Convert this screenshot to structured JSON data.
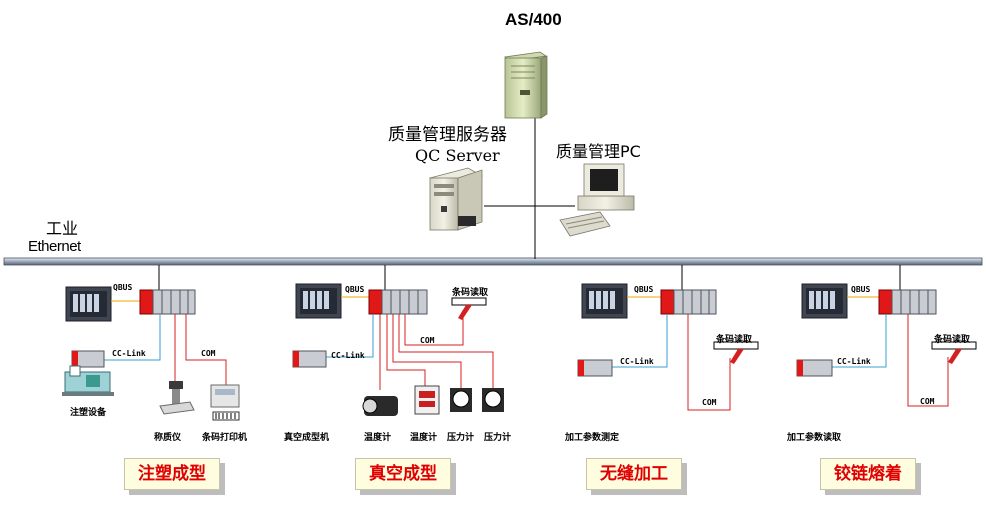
{
  "top": {
    "as400_label": "AS/400",
    "server_label_cn": "质量管理服务器",
    "server_label_en": "QC Server",
    "pc_label": "质量管理PC"
  },
  "network": {
    "label_cn": "工业",
    "label_en": "Ethernet"
  },
  "sections": [
    {
      "qbus": "QBUS",
      "cclink": "CC-Link",
      "com": "COM",
      "devices": [
        "注塑设备",
        "称质仪",
        "条码打印机"
      ],
      "title": "注塑成型"
    },
    {
      "qbus": "QBUS",
      "cclink": "CC-Link",
      "com": "COM",
      "barcode": "条码读取",
      "devices": [
        "真空成型机",
        "温度计",
        "温度计",
        "压力计",
        "压力计"
      ],
      "title": "真空成型"
    },
    {
      "qbus": "QBUS",
      "cclink": "CC-Link",
      "com": "COM",
      "barcode": "条码读取",
      "devices": [
        "加工参数测定"
      ],
      "title": "无缝加工"
    },
    {
      "qbus": "QBUS",
      "cclink": "CC-Link",
      "com": "COM",
      "barcode": "条码读取",
      "devices": [
        "加工参数读取"
      ],
      "title": "铰链熔着"
    }
  ]
}
